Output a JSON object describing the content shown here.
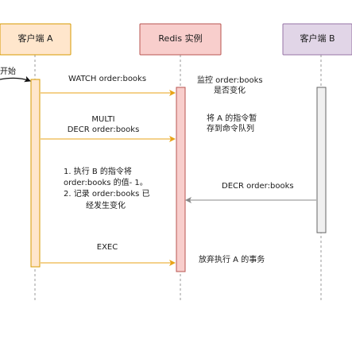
{
  "participants": {
    "client_a": "客户端 A",
    "redis": "Redis 实例",
    "client_b": "客户端 B"
  },
  "start_label": "开始",
  "messages": {
    "watch": "WATCH order:books",
    "multi_line1": "MULTI",
    "multi_line2": "DECR order:books",
    "decr_b": "DECR order:books",
    "exec": "EXEC"
  },
  "notes": {
    "monitor_line1": "监控 order:books",
    "monitor_line2": "是否变化",
    "queue_line1": "将 A 的指令暂",
    "queue_line2": "存到命令队列",
    "exec_b_line1": "1. 执行 B 的指令将",
    "exec_b_line2": "order:books 的值- 1。",
    "exec_b_line3": "2. 记录 order:books 已",
    "exec_b_line4": "经发生变化",
    "abort": "放弃执行 A 的事务"
  },
  "colors": {
    "client_a_fill": "#ffe6cc",
    "client_a_stroke": "#d79b00",
    "client_a_arrow": "#e8a317",
    "redis_fill": "#f8cecc",
    "redis_stroke": "#b85450",
    "client_b_fill": "#e1d5e7",
    "client_b_stroke": "#9673a6",
    "client_b_activation_fill": "#f0f0f0",
    "client_b_activation_stroke": "#666666",
    "lifeline": "#999999"
  }
}
